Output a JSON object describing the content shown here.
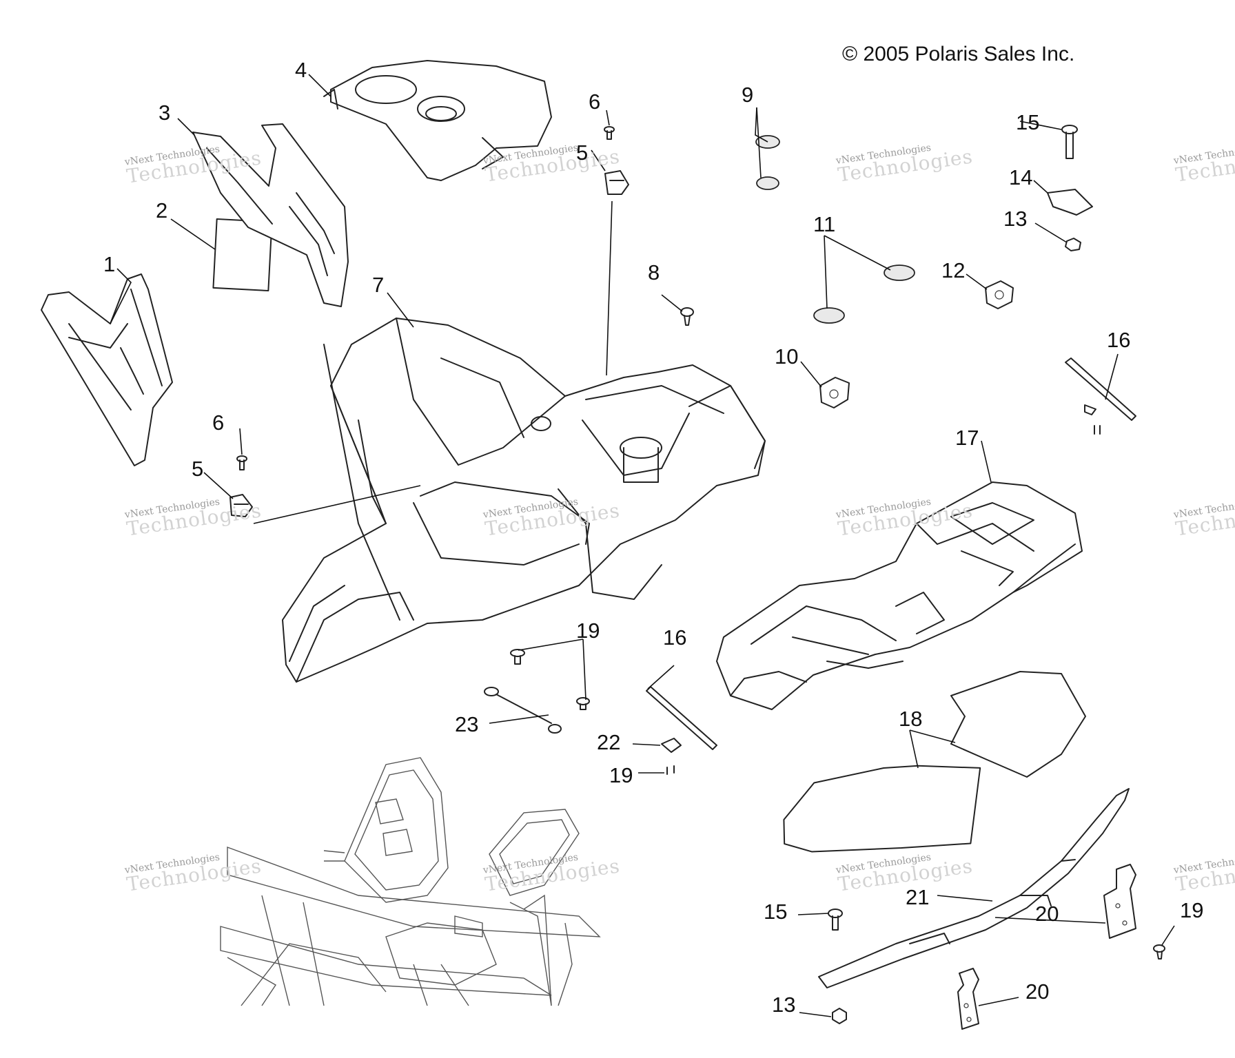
{
  "diagram": {
    "copyright": "© 2005 Polaris Sales Inc.",
    "watermark": {
      "line1": "vNext Technologies",
      "line2": "Technologies"
    },
    "callouts": [
      {
        "id": "c1",
        "label": "1"
      },
      {
        "id": "c2",
        "label": "2"
      },
      {
        "id": "c3",
        "label": "3"
      },
      {
        "id": "c4",
        "label": "4"
      },
      {
        "id": "c5a",
        "label": "5"
      },
      {
        "id": "c5b",
        "label": "5"
      },
      {
        "id": "c6a",
        "label": "6"
      },
      {
        "id": "c6b",
        "label": "6"
      },
      {
        "id": "c7",
        "label": "7"
      },
      {
        "id": "c8",
        "label": "8"
      },
      {
        "id": "c9",
        "label": "9"
      },
      {
        "id": "c10",
        "label": "10"
      },
      {
        "id": "c11",
        "label": "11"
      },
      {
        "id": "c12",
        "label": "12"
      },
      {
        "id": "c13a",
        "label": "13"
      },
      {
        "id": "c13b",
        "label": "13"
      },
      {
        "id": "c14",
        "label": "14"
      },
      {
        "id": "c15a",
        "label": "15"
      },
      {
        "id": "c15b",
        "label": "15"
      },
      {
        "id": "c16a",
        "label": "16"
      },
      {
        "id": "c16b",
        "label": "16"
      },
      {
        "id": "c17",
        "label": "17"
      },
      {
        "id": "c18",
        "label": "18"
      },
      {
        "id": "c19a",
        "label": "19"
      },
      {
        "id": "c19b",
        "label": "19"
      },
      {
        "id": "c19c",
        "label": "19"
      },
      {
        "id": "c20a",
        "label": "20"
      },
      {
        "id": "c20b",
        "label": "20"
      },
      {
        "id": "c21",
        "label": "21"
      },
      {
        "id": "c22",
        "label": "22"
      },
      {
        "id": "c23",
        "label": "23"
      }
    ]
  }
}
